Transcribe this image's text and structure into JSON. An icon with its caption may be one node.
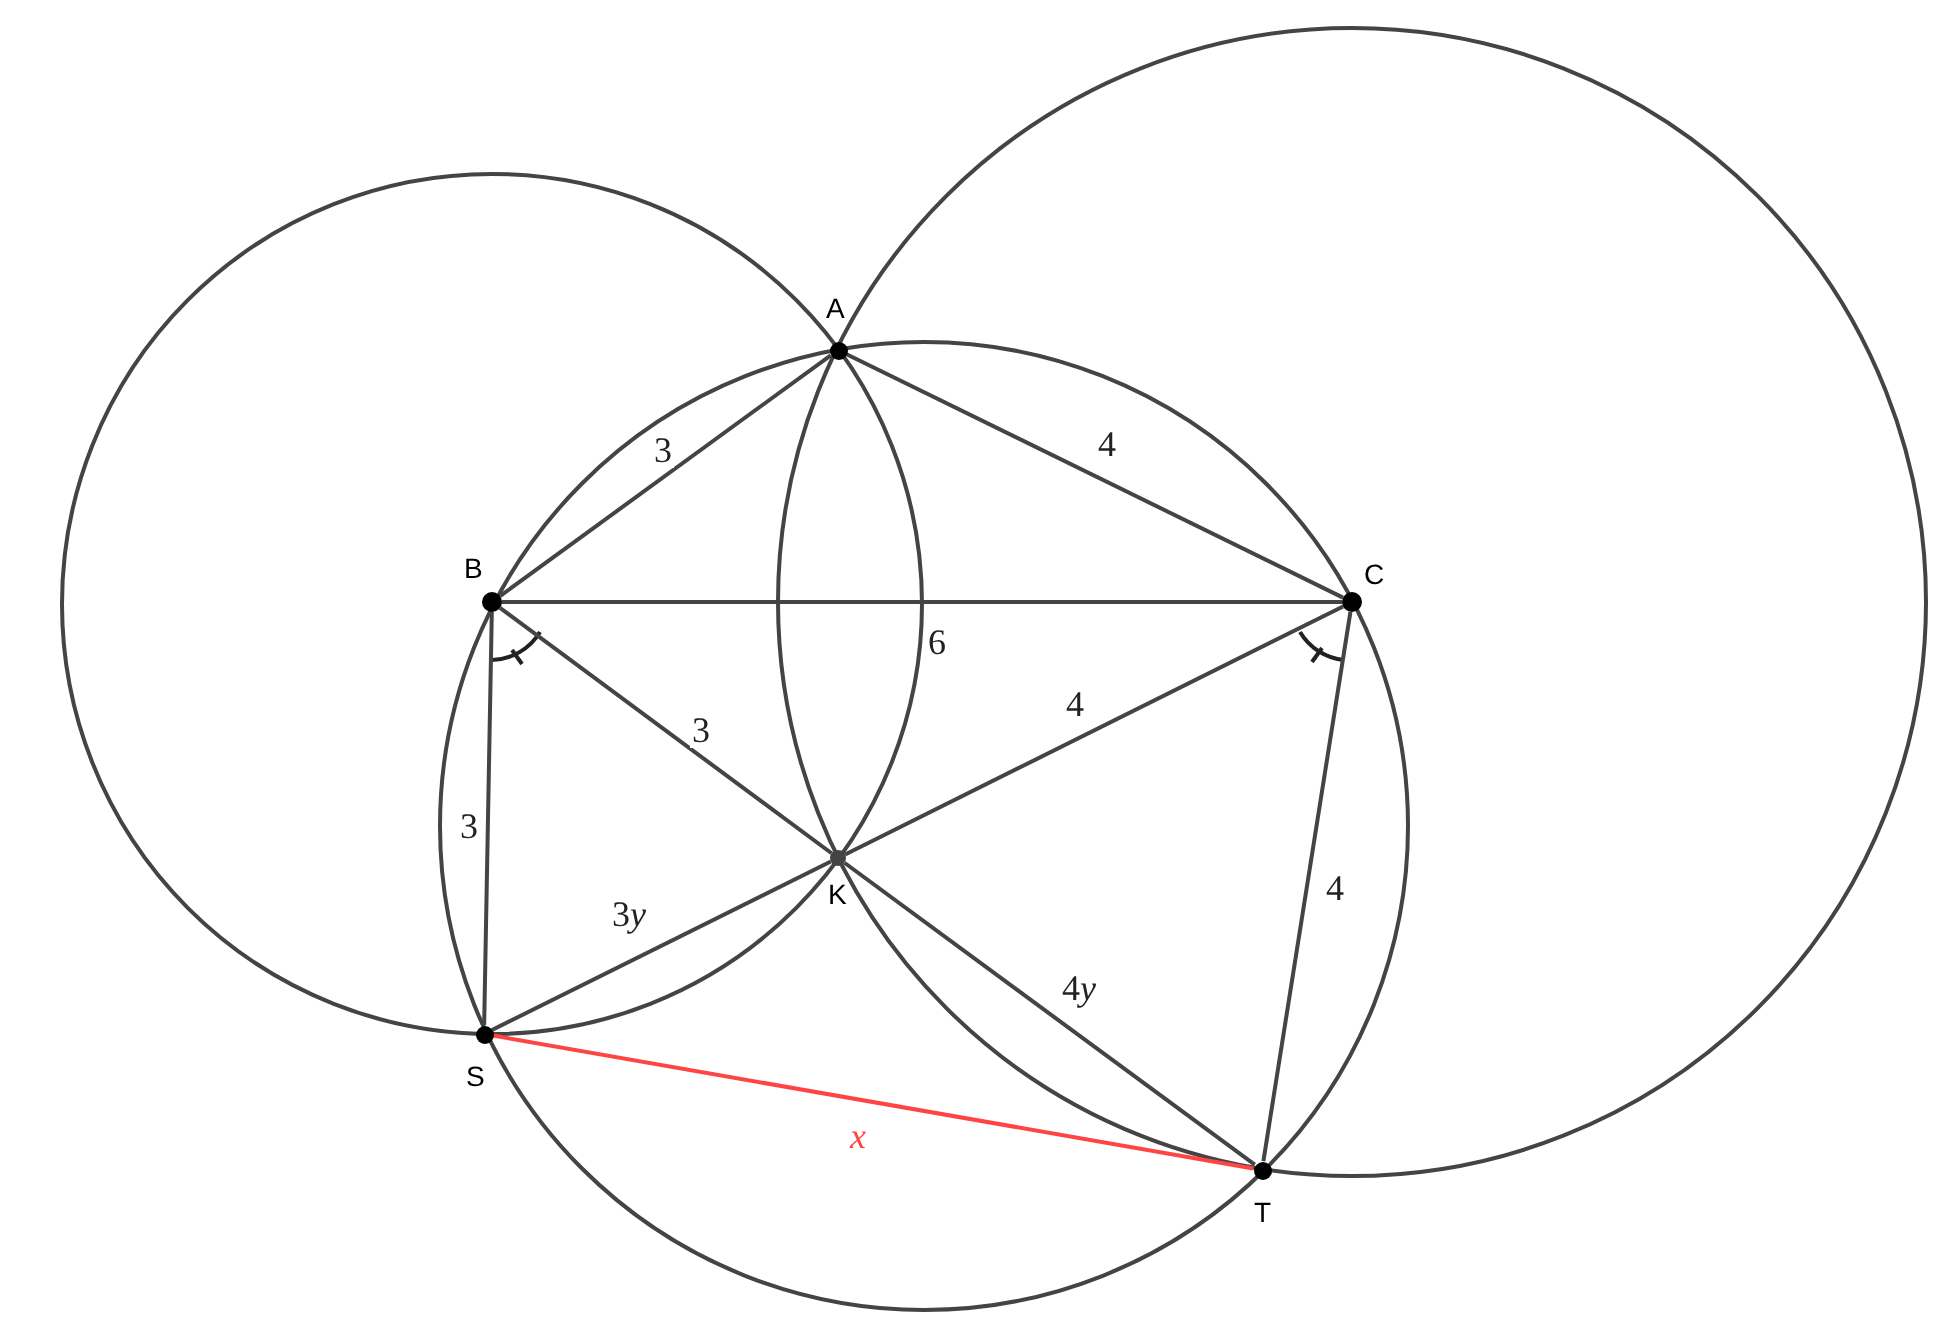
{
  "diagram": {
    "nodes": [
      {
        "text": [],
        "shape": "circle",
        "beside": [
          "A"
        ]
      },
      {
        "text": [],
        "shape": "circle",
        "beside": [
          "B"
        ]
      },
      {
        "text": [],
        "shape": "circle",
        "beside": [
          "C"
        ]
      },
      {
        "text": [],
        "shape": "circle",
        "beside": [
          "K"
        ]
      },
      {
        "text": [],
        "shape": "circle",
        "beside": [
          "S"
        ]
      },
      {
        "text": [],
        "shape": "circle",
        "beside": [
          "T"
        ]
      }
    ],
    "edges": [
      {
        "from": 0,
        "to": 1,
        "arrow": "none",
        "label": "3"
      },
      {
        "from": 0,
        "to": 2,
        "arrow": "none",
        "label": "4"
      },
      {
        "from": 1,
        "to": 2,
        "arrow": "none",
        "label": "6"
      },
      {
        "from": 1,
        "to": 3,
        "arrow": "none",
        "label": "3"
      },
      {
        "from": 2,
        "to": 3,
        "arrow": "none",
        "label": "4"
      },
      {
        "from": 1,
        "to": 4,
        "arrow": "none",
        "label": "3"
      },
      {
        "from": 4,
        "to": 3,
        "arrow": "none",
        "label": "3y"
      },
      {
        "from": 2,
        "to": 5,
        "arrow": "none",
        "label": "4"
      },
      {
        "from": 3,
        "to": 5,
        "arrow": "none",
        "label": "4y"
      },
      {
        "from": 4,
        "to": 5,
        "arrow": "none",
        "label": "x",
        "color": "#ff4444"
      }
    ]
  }
}
